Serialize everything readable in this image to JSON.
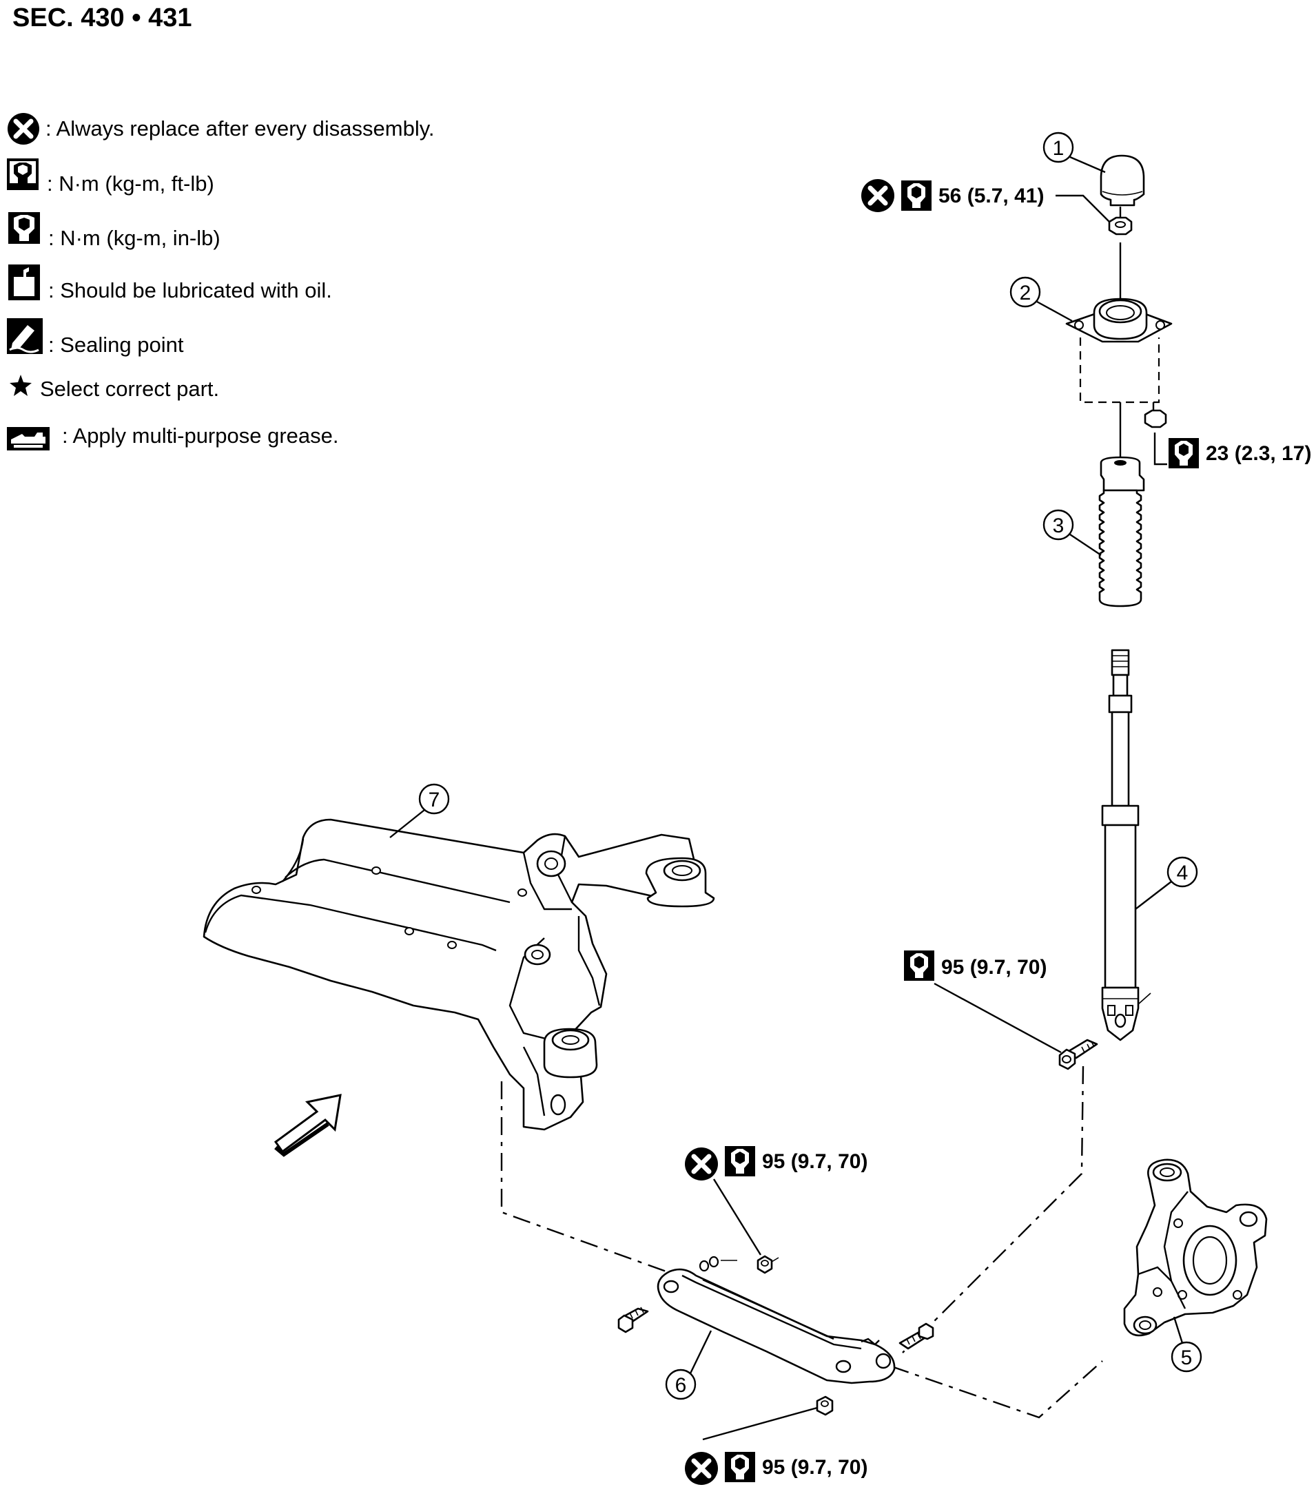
{
  "section_title": "SEC. 430 • 431",
  "legend": [
    {
      "icon": "replace-icon",
      "text": ": Always replace after every disassembly."
    },
    {
      "icon": "torque-wrench-icon",
      "text": ": N·m (kg-m, ft-lb)"
    },
    {
      "icon": "torque-wrench-small-icon",
      "text": ": N·m (kg-m, in-lb)"
    },
    {
      "icon": "oil-can-icon",
      "text": ": Should be lubricated with oil."
    },
    {
      "icon": "sealing-icon",
      "text": ": Sealing point"
    },
    {
      "icon": "star-icon",
      "text": "Select correct part."
    },
    {
      "icon": "grease-icon",
      "text": ": Apply multi-purpose grease."
    }
  ],
  "torque_specs": {
    "upper_nut": "56 (5.7, 41)",
    "mount_nut": "23 (2.3, 17)",
    "shock_lower_bolt": "95 (9.7, 70)",
    "link_nut_top": "95 (9.7, 70)",
    "link_nut_bottom": "95 (9.7, 70)"
  },
  "callouts": [
    "1",
    "2",
    "3",
    "4",
    "5",
    "6",
    "7"
  ],
  "colors": {
    "ink": "#000000",
    "paper": "#ffffff"
  }
}
